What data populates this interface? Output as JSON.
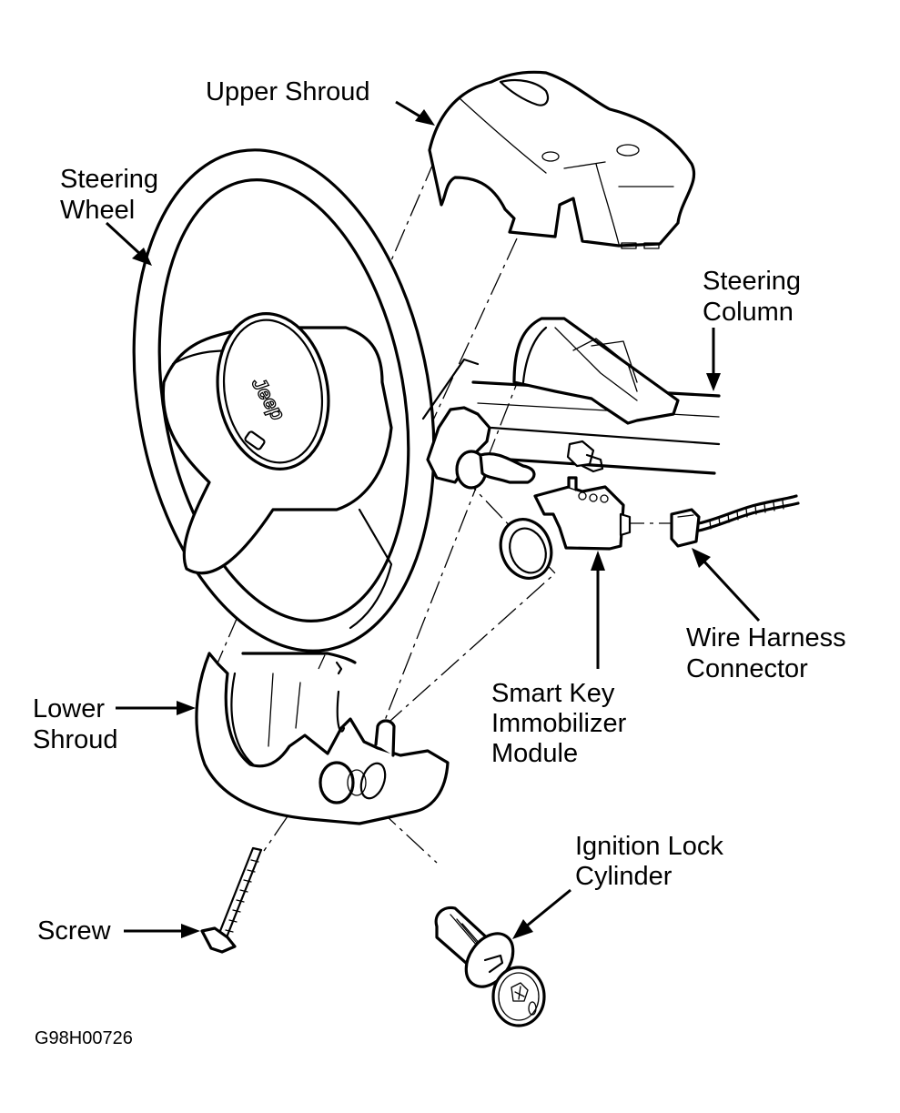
{
  "figure": {
    "code": "G98H00726",
    "ink_color": "#000000",
    "background_color": "#ffffff"
  },
  "labels": {
    "upper_shroud": "Upper Shroud",
    "steering_wheel": [
      "Steering",
      "Wheel"
    ],
    "steering_column": [
      "Steering",
      "Column"
    ],
    "lower_shroud": [
      "Lower",
      "Shroud"
    ],
    "wire_harness_connector": [
      "Wire Harness",
      "Connector"
    ],
    "smart_key_module": [
      "Smart Key",
      "Immobilizer",
      "Module"
    ],
    "ignition_lock_cylinder": [
      "Ignition Lock",
      "Cylinder"
    ],
    "screw": "Screw"
  },
  "emblem": {
    "wheel_logo_text": "Jeep"
  }
}
